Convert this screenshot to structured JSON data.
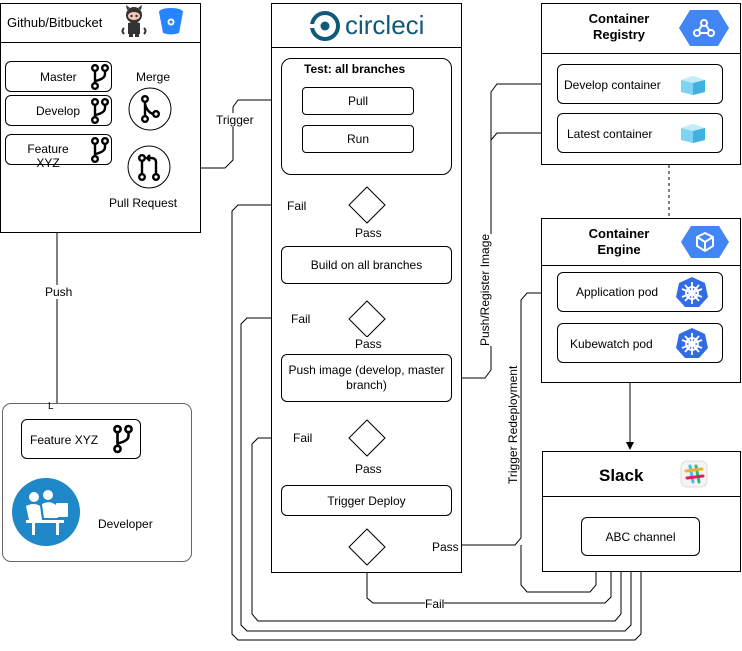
{
  "github": {
    "title": "Github/Bitbucket",
    "master": "Master",
    "develop": "Develop",
    "feature": "Feature XYZ",
    "merge": "Merge",
    "pull_request": "Pull Request"
  },
  "developer": {
    "feature": "Feature XYZ",
    "label": "Developer"
  },
  "edges": {
    "push": "Push",
    "trigger": "Trigger",
    "fail": "Fail",
    "pass": "Pass",
    "push_register": "Push/Register Image",
    "trigger_redeploy": "Trigger Redeployment"
  },
  "circleci": {
    "logo": "circleci",
    "test_title": "Test: all branches",
    "pull": "Pull",
    "run": "Run",
    "build": "Build on all branches",
    "push_image": "Push image  (develop, master branch)",
    "trigger_deploy": "Trigger Deploy"
  },
  "registry": {
    "title": "Container Registry",
    "develop": "Develop container",
    "latest": "Latest container"
  },
  "engine": {
    "title": "Container Engine",
    "app_pod": "Application pod",
    "kubewatch_pod": "Kubewatch pod"
  },
  "slack": {
    "title": "Slack",
    "channel": "ABC channel"
  },
  "colors": {
    "gcp_blue": "#4285f4",
    "k8s_blue": "#326ce5",
    "developer_blue": "#1e88c8",
    "circleci_blue": "#0f5a7b"
  }
}
